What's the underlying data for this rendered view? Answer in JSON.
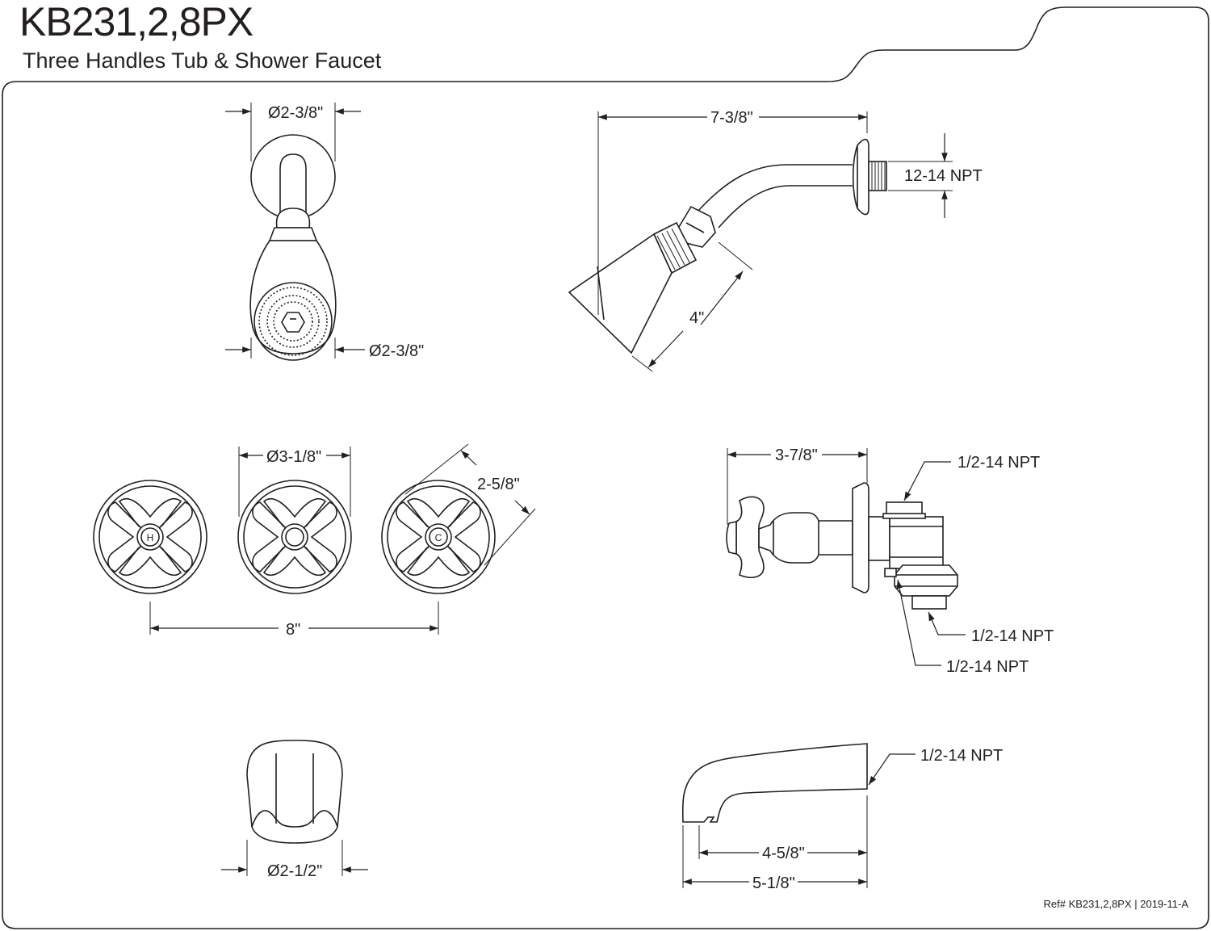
{
  "header": {
    "title": "KB231,2,8PX",
    "subtitle": "Three Handles Tub & Shower Faucet"
  },
  "showerhead_front": {
    "flange_diameter": "Ø2-3/8\"",
    "head_diameter": "Ø2-3/8\""
  },
  "showerhead_side": {
    "arm_length": "7-3/8\"",
    "thread": "12-14 NPT",
    "head_length": "4\""
  },
  "handles_front": {
    "escutcheon_diameter": "Ø3-1/8\"",
    "handle_span": "2-5/8\"",
    "center_spread": "8\"",
    "hot_label": "H",
    "cold_label": "C"
  },
  "valve_side": {
    "depth": "3-7/8\"",
    "top_thread": "1/2-14 NPT",
    "side_thread": "1/2-14 NPT",
    "bottom_thread": "1/2-14 NPT"
  },
  "spout_front": {
    "diameter": "Ø2-1/2\""
  },
  "spout_side": {
    "thread": "1/2-14 NPT",
    "reach_inner": "4-5/8\"",
    "reach_outer": "5-1/8\""
  },
  "footer": {
    "reference": "Ref# KB231,2,8PX | 2019-11-A"
  }
}
